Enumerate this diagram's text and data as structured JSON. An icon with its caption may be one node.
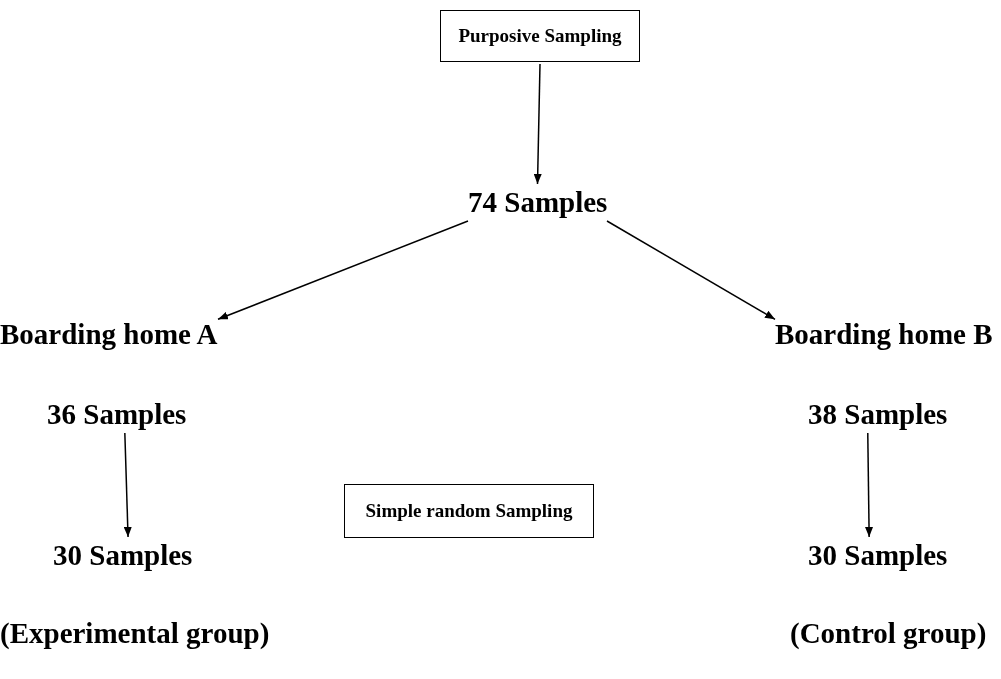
{
  "diagram": {
    "nodes": [
      {
        "text": [
          "Purposive Sampling"
        ]
      },
      {
        "text": [
          "74 Samples"
        ]
      },
      {
        "text": [
          "Boarding home A"
        ]
      },
      {
        "text": [
          "Boarding home B"
        ]
      },
      {
        "text": [
          "36 Samples"
        ]
      },
      {
        "text": [
          "38 Samples"
        ]
      },
      {
        "text": [
          "Simple random Sampling"
        ]
      },
      {
        "text": [
          "30 Samples"
        ]
      },
      {
        "text": [
          "30 Samples"
        ]
      }
    ],
    "edges": [
      {
        "from": 0,
        "to": 1,
        "arrow": "to"
      },
      {
        "from": 1,
        "to": 2,
        "arrow": "to"
      },
      {
        "from": 1,
        "to": 3,
        "arrow": "to"
      },
      {
        "from": 4,
        "to": 7,
        "arrow": "to"
      },
      {
        "from": 5,
        "to": 8,
        "arrow": "to"
      }
    ],
    "labels": [
      "(Experimental group)",
      "(Control group)"
    ]
  }
}
